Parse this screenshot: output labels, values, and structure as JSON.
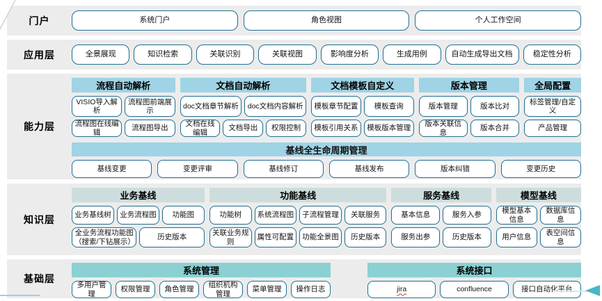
{
  "colors": {
    "band_bg": "#ececec",
    "header_blue": "#9fd3e6",
    "header_pale": "#cddddd",
    "header_teal": "#8bd0d3",
    "box_border": "#1f6e91",
    "arrow_teal": "#47b6c6",
    "bottom_line_blue": "#a9c8e6",
    "jira_squiggle_red": "#e03131"
  },
  "layers": {
    "portal": {
      "label": "门户",
      "items": [
        "系统门户",
        "角色视图",
        "个人工作空间"
      ]
    },
    "application": {
      "label": "应用层",
      "items": [
        "全景展现",
        "知识检索",
        "关联识别",
        "关联视图",
        "影响度分析",
        "生成用例",
        "自动生成导出文档",
        "稳定性分析"
      ]
    },
    "capability": {
      "label": "能力层",
      "groups": [
        {
          "title": "流程自动解析",
          "row1": [
            "VISIO导入解析",
            "流程图前端展示"
          ],
          "row2": [
            "流程图在线编辑",
            "流程图导出"
          ]
        },
        {
          "title": "文档自动解析",
          "row1": [
            "doc文档章节解析",
            "doc文档内容解析"
          ],
          "row2": [
            "文档在线编辑",
            "文档导出",
            "权限控制"
          ]
        },
        {
          "title": "文档模板自定义",
          "row1": [
            "模板章节配置",
            "模板查询"
          ],
          "row2": [
            "模板引用关系",
            "模板版本管理"
          ]
        },
        {
          "title": "版本管理",
          "row1": [
            "版本管理",
            "版本比对"
          ],
          "row2": [
            "版本关联信息",
            "版本合并"
          ]
        },
        {
          "title": "全局配置",
          "row1": [
            "标签管理/自定义"
          ],
          "row2": [
            "产品管理"
          ]
        }
      ],
      "baseline": {
        "title": "基线全生命周期管理",
        "items": [
          "基线变更",
          "变更评审",
          "基线修订",
          "基线发布",
          "版本纠错",
          "变更历史"
        ]
      }
    },
    "knowledge": {
      "label": "知识层",
      "groups": [
        {
          "title": "业务基线",
          "row1": [
            "业务基线树",
            "业务流程图",
            "功能图"
          ],
          "row2": [
            "全业务流程功能图（搜索/下钻展示）",
            "历史版本"
          ]
        },
        {
          "title": "功能基线",
          "row1": [
            "功能树",
            "系统流程图",
            "子流程管理",
            "关联服务"
          ],
          "row2": [
            "关联业务规则",
            "属性可配置",
            "功能全景图",
            "历史版本"
          ]
        },
        {
          "title": "服务基线",
          "row1": [
            "基本信息",
            "服务入参"
          ],
          "row2": [
            "服务出参",
            "历史版本"
          ]
        },
        {
          "title": "模型基线",
          "row1": [
            "模型基本信息",
            "数据库信息"
          ],
          "row2": [
            "用户信息",
            "表空间信息"
          ]
        }
      ]
    },
    "foundation": {
      "label": "基础层",
      "groups": [
        {
          "title": "系统管理",
          "row1": [
            "多用户管理",
            "权限管理",
            "角色管理",
            "组织机构管理",
            "菜单管理",
            "操作日志"
          ]
        },
        {
          "title": "系统接口",
          "row1": [
            "jira",
            "confluence",
            "接口自动化平台"
          ]
        }
      ]
    }
  }
}
